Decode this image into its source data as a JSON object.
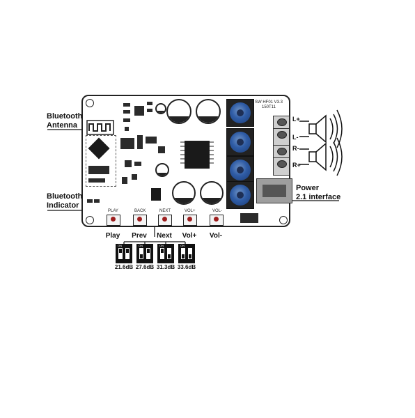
{
  "board": {
    "model_text": "SW HF01 V3.3",
    "date_text": "150T11"
  },
  "callouts": {
    "bt_antenna_line1": "Bluetooth",
    "bt_antenna_line2": "Antenna",
    "bt_indicator_line1": "Bluetooth",
    "bt_indicator_line2": "Indicator",
    "power_line1": "Power",
    "power_line2": "2.1 interface"
  },
  "buttons": [
    {
      "silk": "PLAY",
      "label": "Play"
    },
    {
      "silk": "BACK",
      "label": "Prev"
    },
    {
      "silk": "NEXT",
      "label": "Next"
    },
    {
      "silk": "VOL+",
      "label": "Vol+"
    },
    {
      "silk": "VOL-",
      "label": "Vol-"
    }
  ],
  "gain_options": [
    "21.6dB",
    "27.6dB",
    "31.3dB",
    "33.6dB"
  ],
  "speaker_terminals": [
    "L+",
    "L-",
    "R-",
    "R+"
  ],
  "colors": {
    "ink": "#111111",
    "inductor_blue": "#2f5ca5",
    "button_red": "#9d1e1e"
  }
}
